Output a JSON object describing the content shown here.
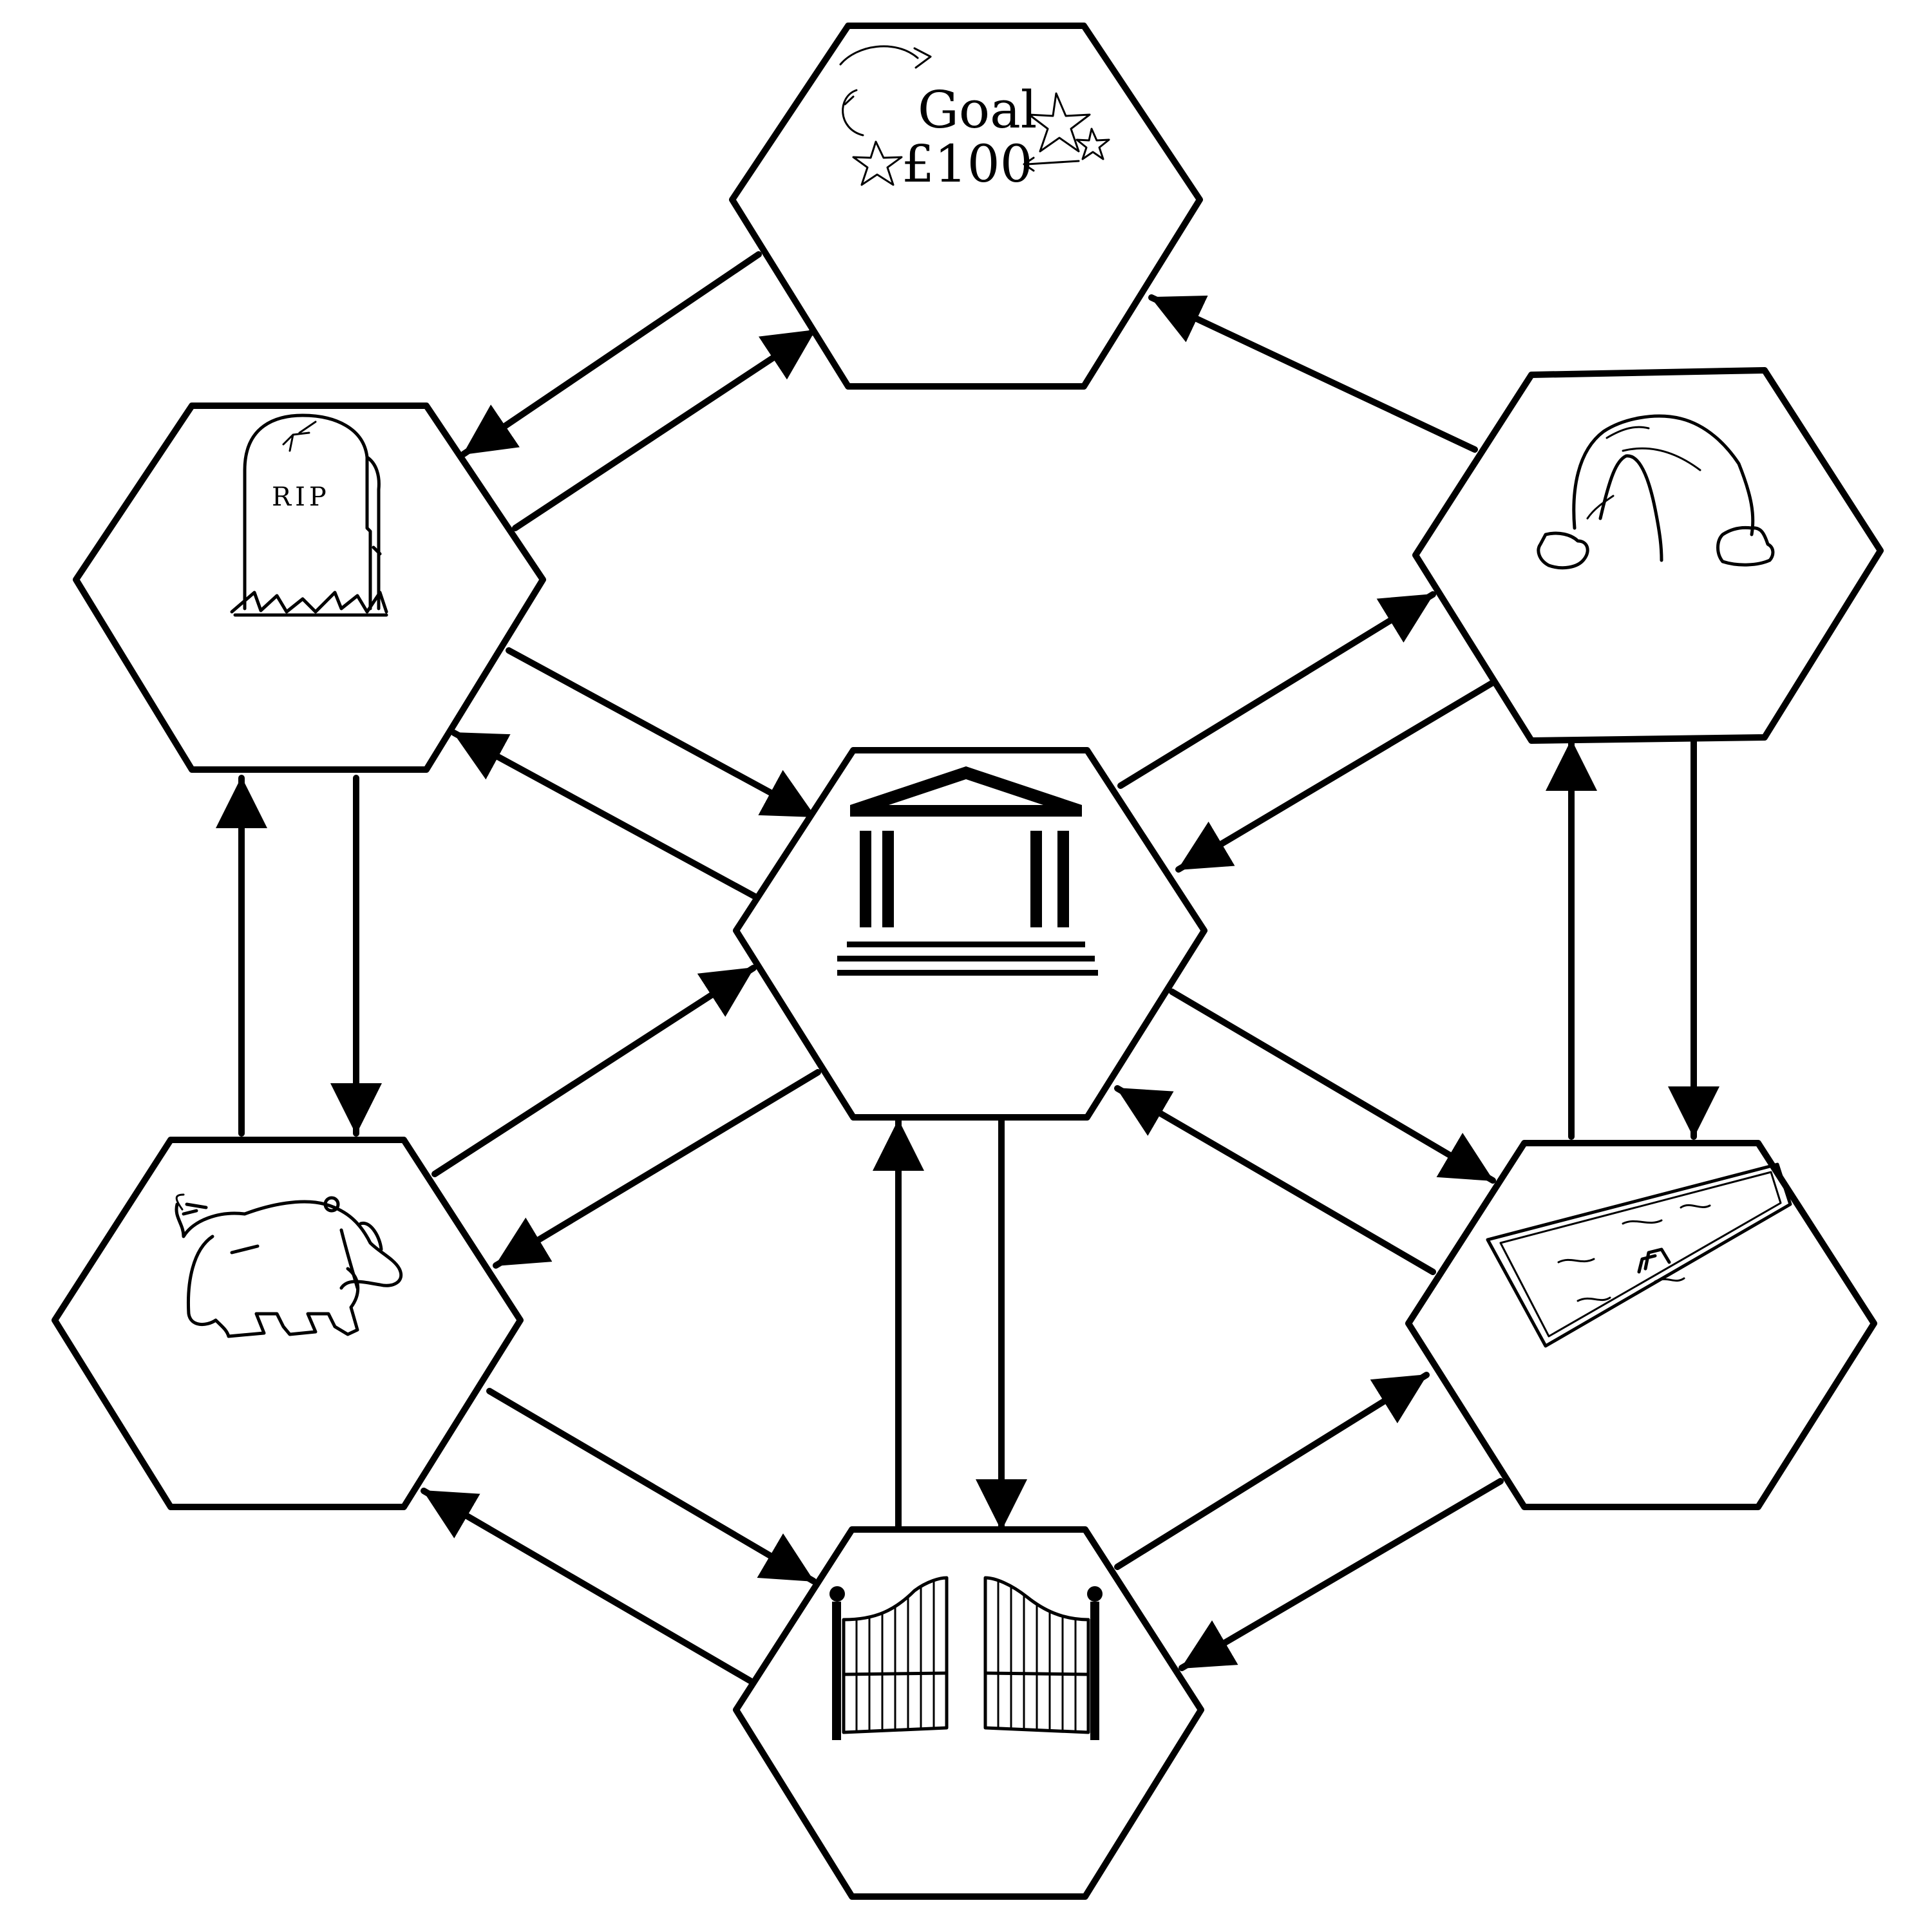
{
  "diagram": {
    "nodes": [
      {
        "id": "goal",
        "icon": "goal-stars-icon",
        "label_line1": "Goal",
        "label_line2": "£100"
      },
      {
        "id": "grave",
        "icon": "gravestone-icon",
        "label": "RIP"
      },
      {
        "id": "hat",
        "icon": "santa-hat-icon"
      },
      {
        "id": "bank",
        "icon": "bank-building-icon"
      },
      {
        "id": "lion",
        "icon": "lion-icon"
      },
      {
        "id": "pool",
        "icon": "swimming-pool-icon"
      },
      {
        "id": "gate",
        "icon": "gate-icon"
      }
    ],
    "edges": [
      {
        "from": "goal",
        "to": "grave"
      },
      {
        "from": "grave",
        "to": "goal"
      },
      {
        "from": "hat",
        "to": "goal"
      },
      {
        "from": "grave",
        "to": "bank"
      },
      {
        "from": "bank",
        "to": "grave"
      },
      {
        "from": "bank",
        "to": "hat"
      },
      {
        "from": "hat",
        "to": "bank"
      },
      {
        "from": "lion",
        "to": "grave"
      },
      {
        "from": "grave",
        "to": "lion"
      },
      {
        "from": "pool",
        "to": "hat"
      },
      {
        "from": "hat",
        "to": "pool"
      },
      {
        "from": "lion",
        "to": "bank"
      },
      {
        "from": "bank",
        "to": "lion"
      },
      {
        "from": "bank",
        "to": "pool"
      },
      {
        "from": "pool",
        "to": "bank"
      },
      {
        "from": "gate",
        "to": "bank"
      },
      {
        "from": "bank",
        "to": "gate"
      },
      {
        "from": "lion",
        "to": "gate"
      },
      {
        "from": "gate",
        "to": "lion"
      },
      {
        "from": "gate",
        "to": "pool"
      },
      {
        "from": "pool",
        "to": "gate"
      }
    ]
  }
}
